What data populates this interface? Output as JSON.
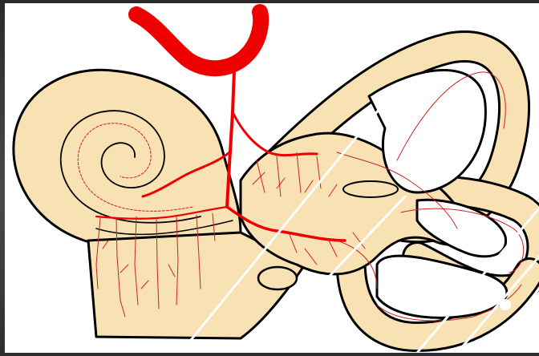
{
  "figure": {
    "subject_icon": "inner-ear-labyrinth-arterial-supply",
    "colors": {
      "background": "#ffffff",
      "slide_frame": "#3c3c3c",
      "labyrinth_fill": "#f8e1b2",
      "outline": "#000000",
      "artery_main": "#ee0000",
      "vessel_fine": "#cc2222",
      "pointer_lines": "#ffffff"
    },
    "parts": [
      "labyrinthine-artery",
      "cochlea",
      "vestibule",
      "semicircular-canals",
      "pointer-lines"
    ]
  }
}
